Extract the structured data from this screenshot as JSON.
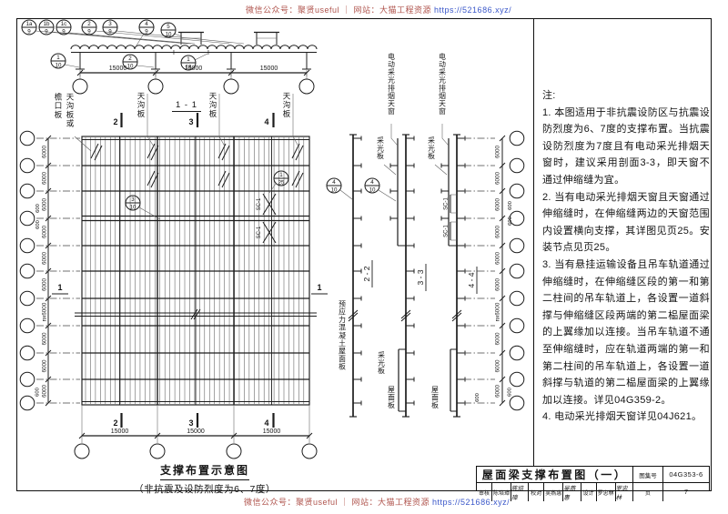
{
  "watermark": {
    "prefix": "微信公众号：聚贤useful ｜ 网站：大猫工程资源 ",
    "url": "https://521686.xyz/"
  },
  "elevation": {
    "title": "1 - 1",
    "beam_mark": "I",
    "dims": [
      "15000",
      "15000",
      "15000"
    ],
    "callouts_top": [
      {
        "num": "1a",
        "den": "9"
      },
      {
        "num": "1b",
        "den": "9"
      },
      {
        "num": "1c",
        "den": "9"
      },
      {
        "num": "2",
        "den": "9"
      },
      {
        "num": "3",
        "den": "9"
      },
      {
        "num": "4",
        "den": "9"
      },
      {
        "num": "5",
        "den": "10"
      }
    ],
    "callouts_bottom": [
      {
        "num": "1",
        "den": "10"
      },
      {
        "num": "2",
        "den": "10"
      },
      {
        "num": "1",
        "den": "13"
      }
    ]
  },
  "plan": {
    "caption": "支撑布置示意图",
    "subcaption": "（非抗震及设防烈度为6、7度）",
    "label_eave_1": "天沟板或",
    "label_eave_2": "檐口板",
    "label_gutter": "天沟板",
    "section_marks": [
      "2",
      "3",
      "4"
    ],
    "side_mark": "1",
    "brace_label": "SC-1",
    "callout_a": {
      "num": "3",
      "den": "10"
    },
    "callout_b": {
      "num": "1",
      "den": "25"
    },
    "left_dims": [
      "6000",
      "6000",
      "6000",
      "6000",
      "6000",
      "6000",
      "nx6000",
      "6000",
      "6000",
      "6000"
    ],
    "joint_dims": [
      "600",
      "600"
    ],
    "edge_dim": "600",
    "bottom_dims": [
      "15000",
      "15000",
      "15000"
    ]
  },
  "sections": {
    "s22": {
      "title": "2 - 2",
      "callout": {
        "num": "4",
        "den": "10"
      },
      "label_slab": "预应力混凝土屋面板"
    },
    "s33": {
      "title": "3 - 3",
      "callout": {
        "num": "4",
        "den": "10"
      },
      "label_skylight": "电动采光排烟天窗",
      "label_daylight": "采光板",
      "label_daylight_b": "采光板",
      "label_roof": "屋面板"
    },
    "s44": {
      "title": "4 - 4",
      "label_skylight": "电动采光排烟天窗",
      "label_daylight": "采光板",
      "brace_label_1": "SC-1",
      "brace_label_2": "SC-1",
      "label_roof": "屋面板",
      "edge_dim": "600"
    },
    "right_dims": [
      "6000",
      "6000",
      "6000",
      "6000",
      "6000",
      "6000",
      "nx6000",
      "6000",
      "6000",
      "6000"
    ],
    "joint_dims": [
      "600",
      "600"
    ],
    "edge_dim": "600"
  },
  "notes": {
    "heading": "注:",
    "items": [
      "1. 本图适用于非抗震设防区与抗震设防烈度为6、7度的支撑布置。当抗震设防烈度为7度且有电动采光排烟天窗时，建议采用剖面3-3，即天窗不通过伸缩缝为宜。",
      "2. 当有电动采光排烟天窗且天窗通过伸缩缝时，在伸缩缝两边的天窗范围内设置横向支撑，其详图见页25。安装节点见页25。",
      "3. 当有悬挂运输设备且吊车轨道通过伸缩缝时，在伸缩缝区段的第一和第二柱间的吊车轨道上，各设置一道斜撑与伸缩缝区段两端的第二榀屋面梁的上翼缘加以连接。当吊车轨道不通至伸缩缝时，应在轨道两端的第一和第二柱间的吊车轨道上，各设置一道斜撑与轨道的第二榀屋面梁的上翼缘加以连接。详见04G359-2。",
      "4. 电动采光排烟天窗详见04J621。"
    ]
  },
  "titleblock": {
    "title": "屋面梁支撑布置图（一）",
    "atlas_label": "图集号",
    "atlas_no": "04G353-6",
    "page_label": "页",
    "page_no": "7",
    "roles": [
      {
        "label": "审核",
        "name": "陈培璋",
        "sig": "陈培璋"
      },
      {
        "label": "校对",
        "name": "吴燕惠",
        "sig": "吴燕惠"
      },
      {
        "label": "设计",
        "name": "罗忠林",
        "sig": "罗忠林"
      }
    ]
  }
}
